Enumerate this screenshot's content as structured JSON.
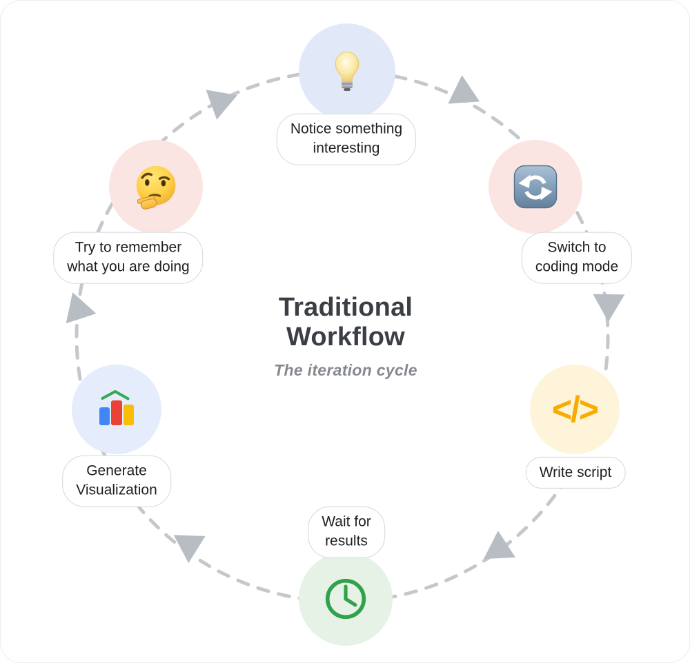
{
  "diagram": {
    "title_line1": "Traditional",
    "title_line2": "Workflow",
    "subtitle": "The iteration cycle"
  },
  "nodes": [
    {
      "name": "notice",
      "label": "Notice something\ninteresting",
      "icon": "lightbulb-icon"
    },
    {
      "name": "switch",
      "label": "Switch to\ncoding mode",
      "icon": "refresh-arrows-icon"
    },
    {
      "name": "write",
      "label": "Write script",
      "icon": "code-icon",
      "glyph": "</>"
    },
    {
      "name": "wait",
      "label": "Wait for\nresults",
      "icon": "clock-icon"
    },
    {
      "name": "generate",
      "label": "Generate\nVisualization",
      "icon": "bar-chart-icon"
    },
    {
      "name": "remember",
      "label": "Try to remember\nwhat you are doing",
      "icon": "thinking-face-icon"
    }
  ],
  "cycle": {
    "arrow_count": 6,
    "direction_note": "dashed ring with triangular arrowheads"
  },
  "colors": {
    "node_blue_top": "#e1e9f9",
    "node_blue_bottom_left": "#e5ecfb",
    "node_pink": "#fae5e3",
    "node_yellow": "#fdf4da",
    "node_green": "#e7f2e7",
    "dash_gray": "#c4c8cd",
    "arrow_gray": "#b8bdc4",
    "title_dark": "#3b3f45",
    "subtitle_gray": "#85898e",
    "code_amber": "#f9ab00",
    "chart_blue": "#4285f4",
    "chart_red": "#ea4335",
    "chart_yellow": "#fbbc04",
    "chart_green": "#34a853",
    "pill_border": "#d3d7dc"
  }
}
